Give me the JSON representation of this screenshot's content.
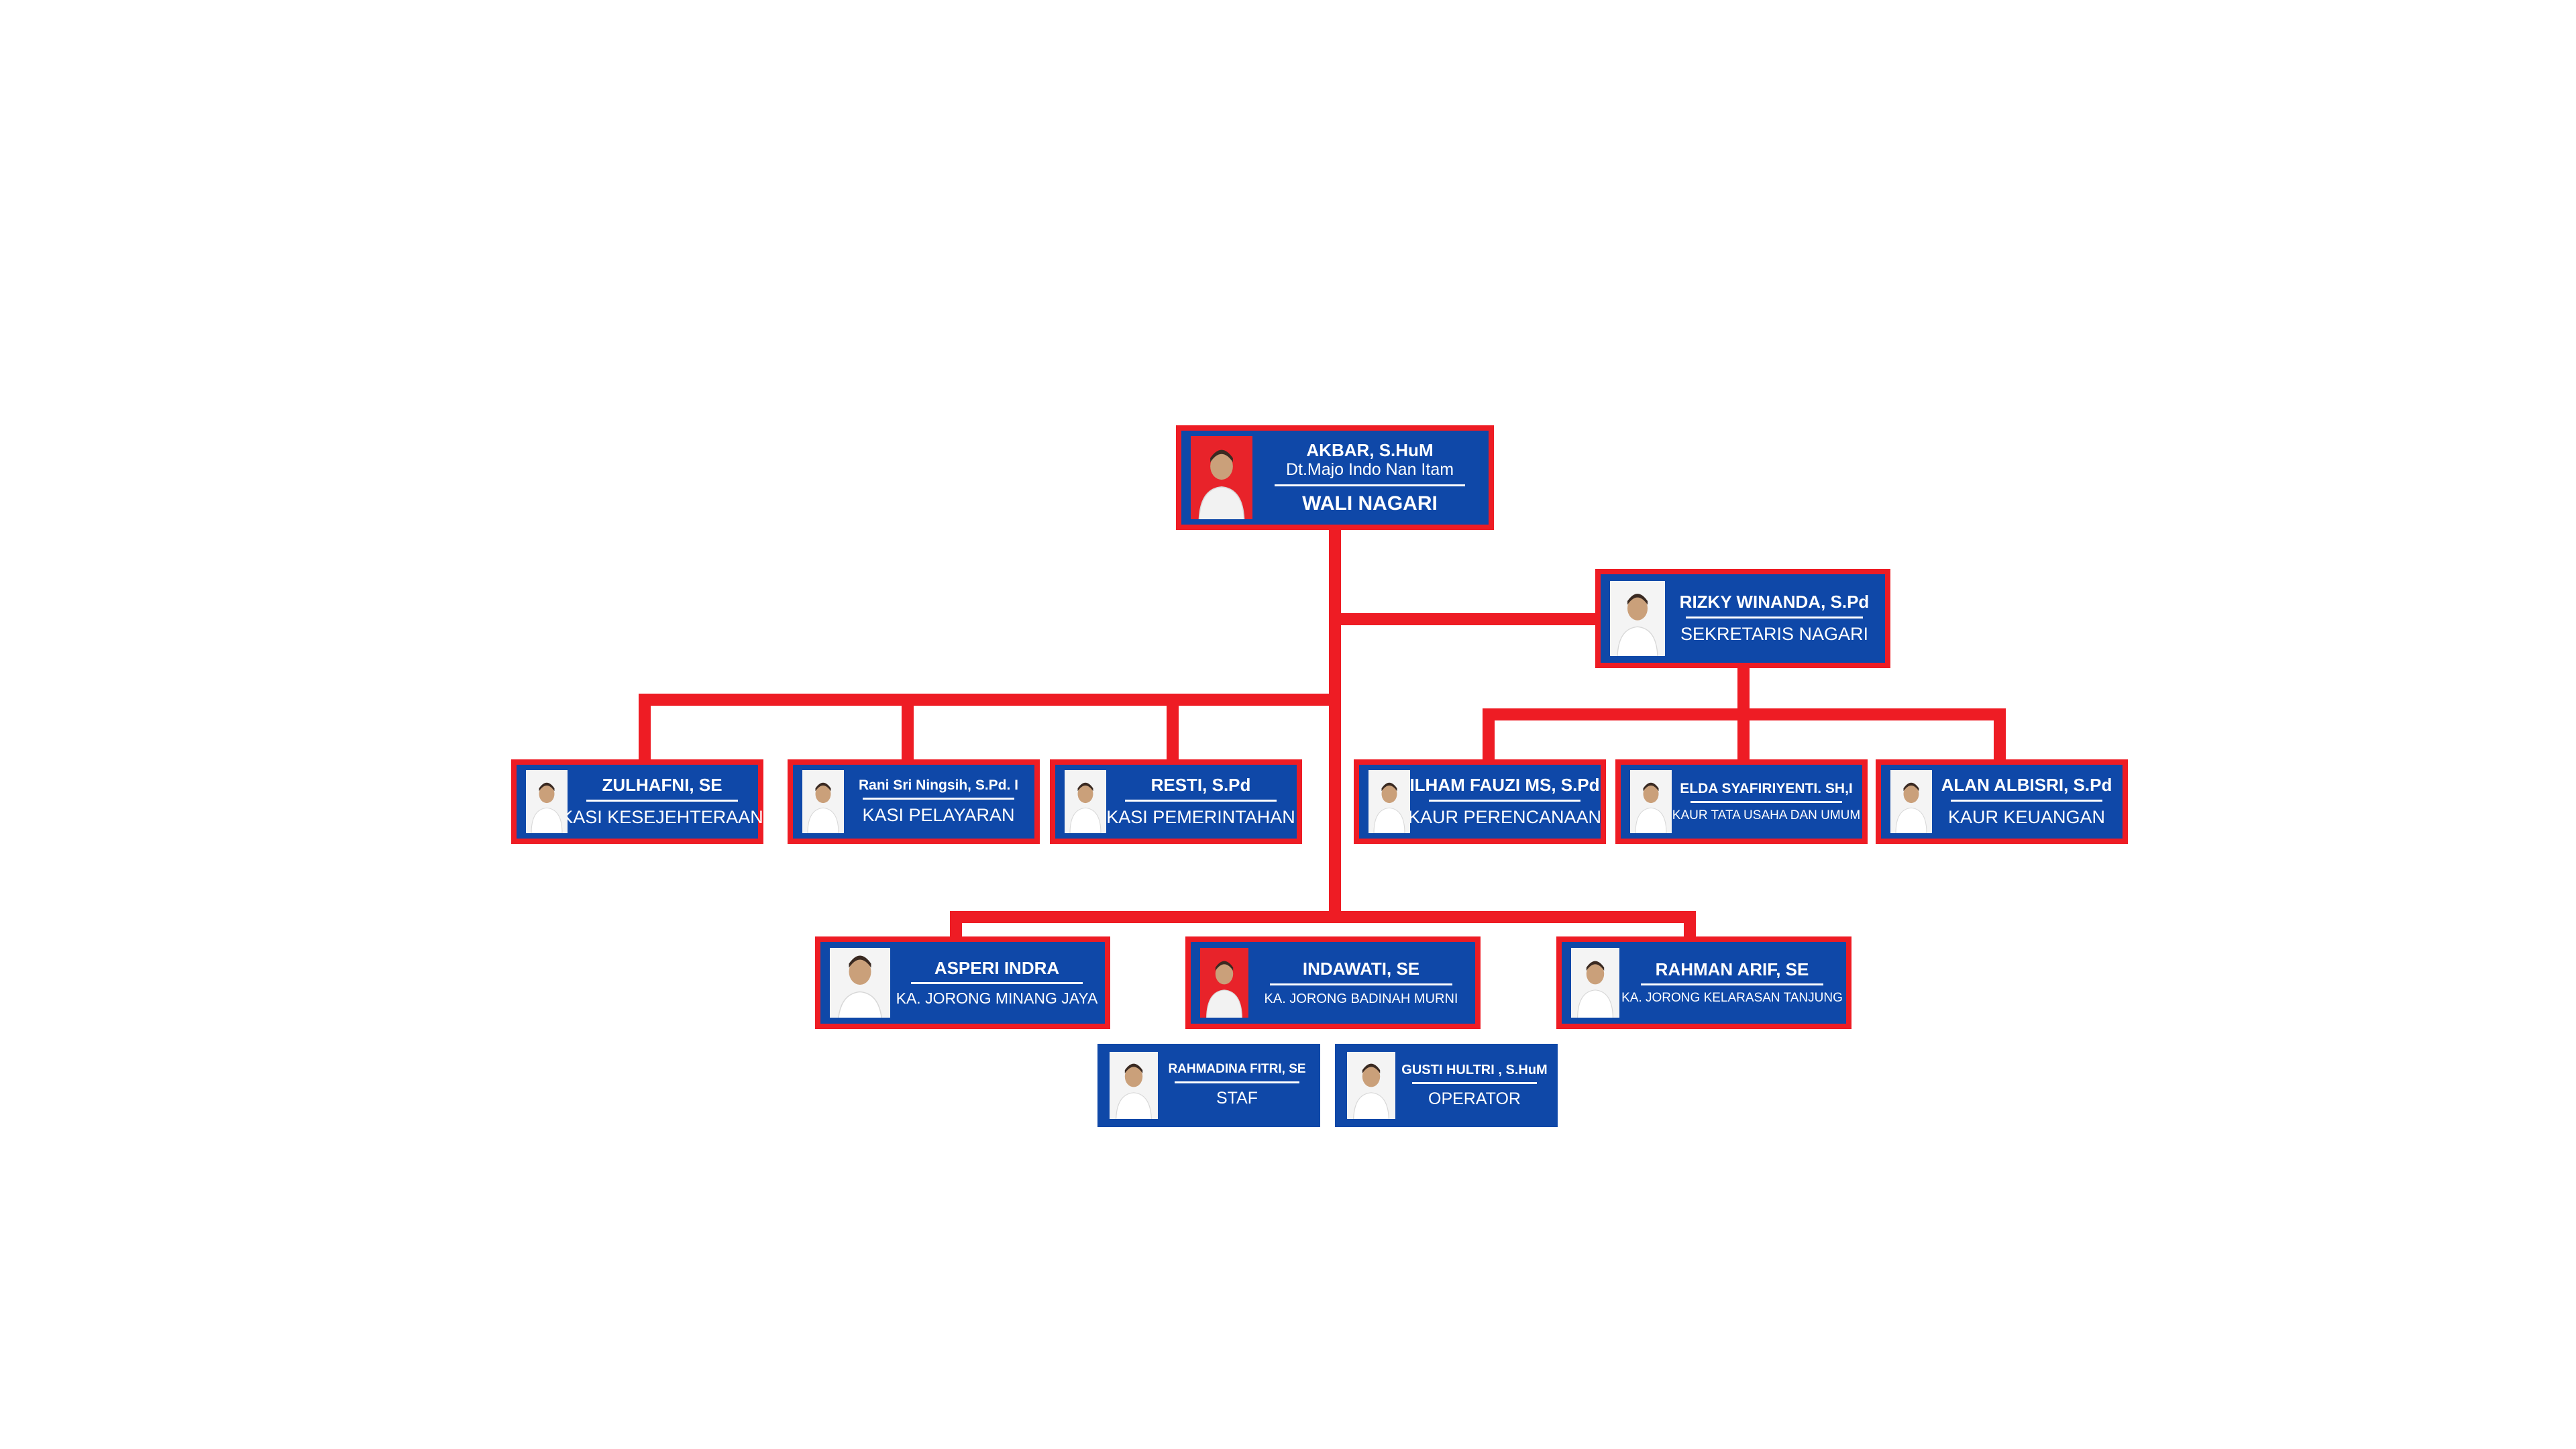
{
  "head": {
    "name": "AKBAR, S.HuM",
    "title": "Dt.Majo Indo Nan Itam",
    "role": "WALI NAGARI",
    "photo_icon": "person-portrait-icon",
    "photo_bg": "#e8232a"
  },
  "secretary": {
    "name": "RIZKY WINANDA, S.Pd",
    "role": "SEKRETARIS NAGARI",
    "photo_icon": "person-portrait-icon"
  },
  "kasi": [
    {
      "name": "ZULHAFNI, SE",
      "role": "KASI KESEJEHTERAAN",
      "photo_icon": "person-portrait-icon"
    },
    {
      "name": "Rani Sri Ningsih, S.Pd. I",
      "role": "KASI PELAYARAN",
      "photo_icon": "person-portrait-icon"
    },
    {
      "name": "RESTI, S.Pd",
      "role": "KASI PEMERINTAHAN",
      "photo_icon": "person-portrait-icon"
    }
  ],
  "kaur": [
    {
      "name": "ILHAM FAUZI MS, S.Pd",
      "role": "KAUR PERENCANAAN",
      "photo_icon": "person-portrait-icon"
    },
    {
      "name": "ELDA SYAFIRIYENTI. SH,I",
      "role": "KAUR TATA USAHA DAN UMUM",
      "photo_icon": "person-portrait-icon"
    },
    {
      "name": "ALAN ALBISRI, S.Pd",
      "role": "KAUR KEUANGAN",
      "photo_icon": "person-portrait-icon"
    }
  ],
  "jorong": [
    {
      "name": "ASPERI INDRA",
      "role": "KA. JORONG MINANG JAYA",
      "photo_icon": "person-portrait-icon"
    },
    {
      "name": "INDAWATI, SE",
      "role": "KA. JORONG BADINAH MURNI",
      "photo_icon": "person-portrait-icon",
      "photo_bg": "#e8232a"
    },
    {
      "name": "RAHMAN ARIF, SE",
      "role": "KA. JORONG KELARASAN TANJUNG",
      "photo_icon": "person-portrait-icon"
    }
  ],
  "staff": [
    {
      "name": "RAHMADINA FITRI, SE",
      "role": "STAF",
      "photo_icon": "person-portrait-icon"
    },
    {
      "name": "GUSTI HULTRI , S.HuM",
      "role": "OPERATOR",
      "photo_icon": "person-portrait-icon"
    }
  ],
  "colors": {
    "card_bg": "#0f48a8",
    "connector": "#ee1c24",
    "text": "#ffffff"
  }
}
